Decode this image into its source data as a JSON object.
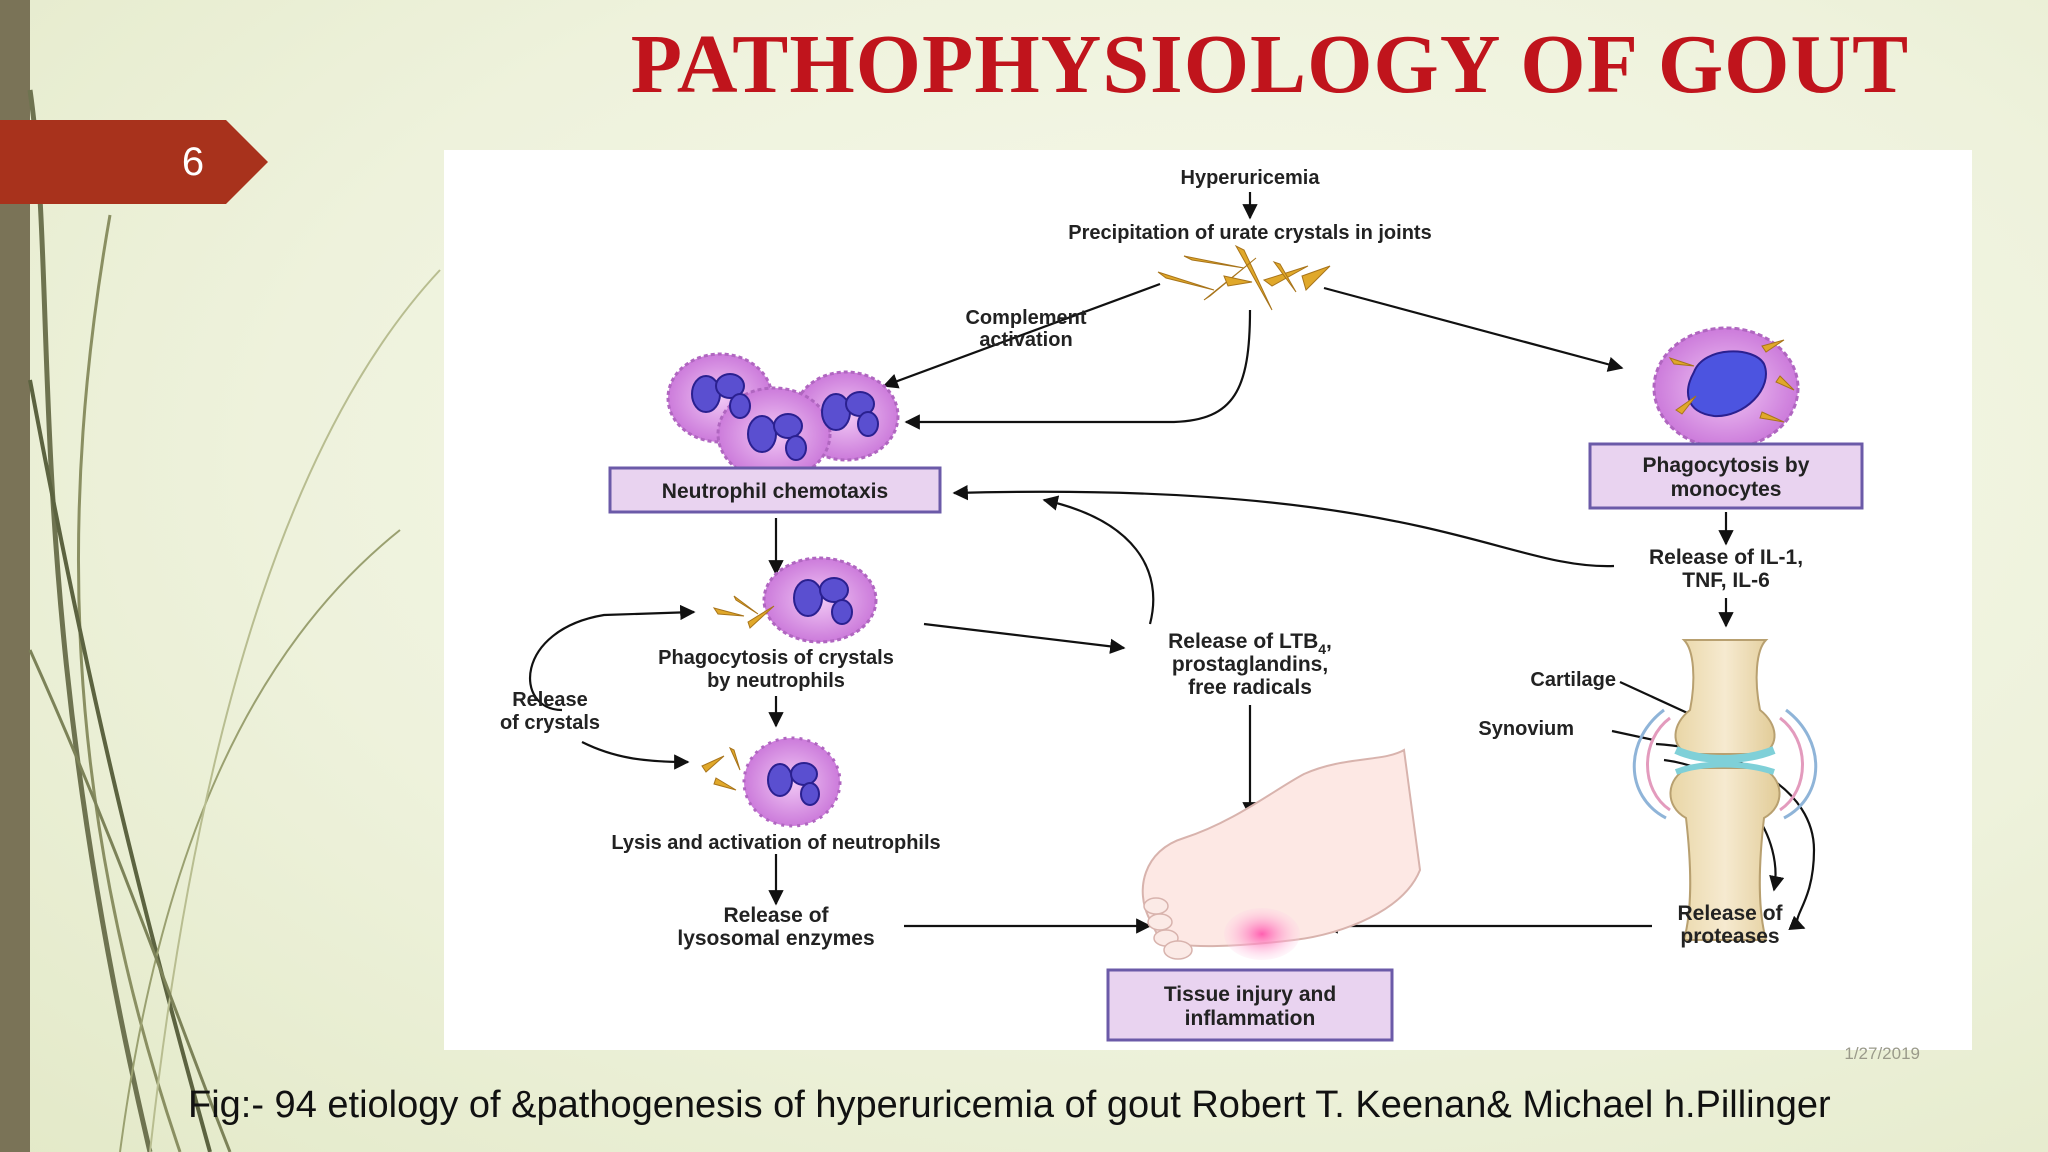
{
  "slide": {
    "number": "6",
    "title": "PATHOPHYSIOLOGY OF GOUT",
    "date": "1/27/2019",
    "caption": "Fig:- 94 etiology of &pathogenesis of hyperuricemia of gout Robert T. Keenan& Michael h.Pillinger"
  },
  "diagram": {
    "hyperuricemia": "Hyperuricemia",
    "precipitation": "Precipitation of urate crystals in joints",
    "complement_1": "Complement",
    "complement_2": "activation",
    "neutrophil_chemotaxis": "Neutrophil chemotaxis",
    "phago_mono_1": "Phagocytosis by",
    "phago_mono_2": "monocytes",
    "il_1": "Release of IL-1,",
    "il_2": "TNF, IL-6",
    "phago_neut_1": "Phagocytosis of crystals",
    "phago_neut_2": "by neutrophils",
    "release_crystals_1": "Release",
    "release_crystals_2": "of crystals",
    "ltb_1": "Release of LTB",
    "ltb_sub": "4",
    "ltb_comma": ",",
    "ltb_2": "prostaglandins,",
    "ltb_3": "free radicals",
    "cartilage": "Cartilage",
    "synovium": "Synovium",
    "lysis": "Lysis and activation of neutrophils",
    "lyso_1": "Release of",
    "lyso_2": "lysosomal enzymes",
    "proteases_1": "Release of",
    "proteases_2": "proteases",
    "tissue_1": "Tissue injury and",
    "tissue_2": "inflammation"
  },
  "colors": {
    "title": "#c0141c",
    "badge": "#a8321c",
    "box_fill": "#e9d3f0",
    "box_border": "#6b5aa8",
    "cell_membrane": "#d68fe0",
    "nucleus": "#5a4fd0",
    "crystal": "#e0a82a"
  }
}
